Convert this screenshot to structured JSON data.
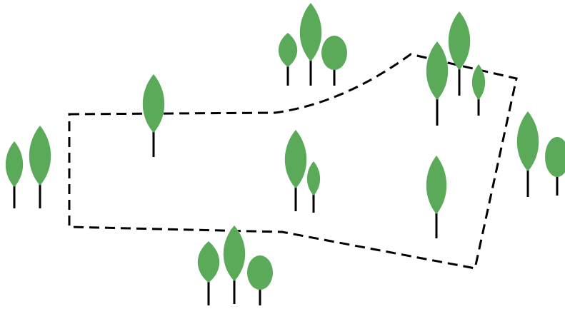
{
  "colors": {
    "background": "#ffffff",
    "leaf": "#5aaa5a",
    "trunk": "#000000",
    "boundary": "#000000"
  },
  "boundary": {
    "style": "dashed"
  },
  "trees": [
    {
      "name": "tree-left-small",
      "shape": "narrow"
    },
    {
      "name": "tree-left-tall",
      "shape": "narrow"
    },
    {
      "name": "tree-inside-top-left",
      "shape": "narrow"
    },
    {
      "name": "tree-top-cluster-left",
      "shape": "narrow"
    },
    {
      "name": "tree-top-cluster-tall",
      "shape": "narrow"
    },
    {
      "name": "tree-top-cluster-round",
      "shape": "round"
    },
    {
      "name": "tree-inside-center-tall",
      "shape": "narrow"
    },
    {
      "name": "tree-inside-center-small",
      "shape": "narrow"
    },
    {
      "name": "tree-bottom-cluster-left",
      "shape": "narrow"
    },
    {
      "name": "tree-bottom-cluster-tall",
      "shape": "narrow"
    },
    {
      "name": "tree-bottom-cluster-round",
      "shape": "round"
    },
    {
      "name": "tree-inside-right-top-tall",
      "shape": "narrow"
    },
    {
      "name": "tree-top-right-tall",
      "shape": "narrow"
    },
    {
      "name": "tree-top-right-small",
      "shape": "narrow"
    },
    {
      "name": "tree-inside-right-center",
      "shape": "narrow"
    },
    {
      "name": "tree-right-edge-tall",
      "shape": "narrow"
    },
    {
      "name": "tree-right-edge-round",
      "shape": "round"
    }
  ]
}
